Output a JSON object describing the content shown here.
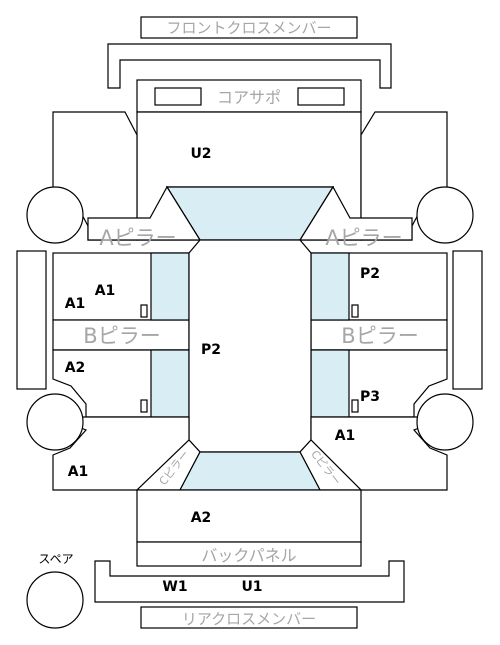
{
  "colors": {
    "stroke": "#000000",
    "glass": "#d8eef4",
    "label": "#a6a6a6",
    "code": "#000000",
    "background": "#ffffff"
  },
  "labels": {
    "front_cross_member": "フロントクロスメンバー",
    "core_support": "コアサポ",
    "a_pillar_left": "Aピラー",
    "a_pillar_right": "Aピラー",
    "b_pillar_left": "Bピラー",
    "b_pillar_right": "Bピラー",
    "c_pillar_left": "Cピラー",
    "c_pillar_right": "Cピラー",
    "back_panel": "バックパネル",
    "rear_cross_member": "リアクロスメンバー",
    "spare": "スペア"
  },
  "codes": {
    "hood": "U2",
    "front_left_door_a": "A1",
    "front_left_door_b": "A1",
    "rear_left_door": "A2",
    "left_rear_fender": "A1",
    "roof": "P2",
    "front_right_door": "P2",
    "rear_right_door": "P3",
    "right_rear_fender": "A1",
    "trunk": "A2",
    "rear_bumper_left": "W1",
    "rear_bumper_right": "U1"
  }
}
